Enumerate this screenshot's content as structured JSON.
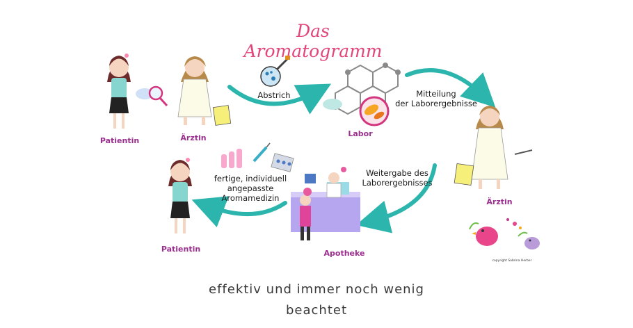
{
  "diagram": {
    "title": "Das Aromatogramm",
    "steps": {
      "patientin_top": "Patientin",
      "aerztin_top": "Ärztin",
      "abstrich": "Abstrich",
      "labor": "Labor",
      "mitteilung": [
        "Mitteilung",
        "der Laborergebnisse"
      ],
      "aerztin_right": "Ärztin",
      "weitergabe": [
        "Weitergabe des",
        "Laborergebnisses"
      ],
      "apotheke": "Apotheke",
      "aromamedizin": [
        "fertige, individuell",
        "angepasste",
        "Aromamedizin"
      ],
      "patientin_bottom": "Patientin"
    },
    "copyright": "copyright Sabrina Herber",
    "colors": {
      "title": "#e2457a",
      "arrow": "#2bb5ad",
      "role_label": "#9b2f8e"
    }
  },
  "caption": [
    "effektiv und immer noch wenig",
    "beachtet"
  ]
}
